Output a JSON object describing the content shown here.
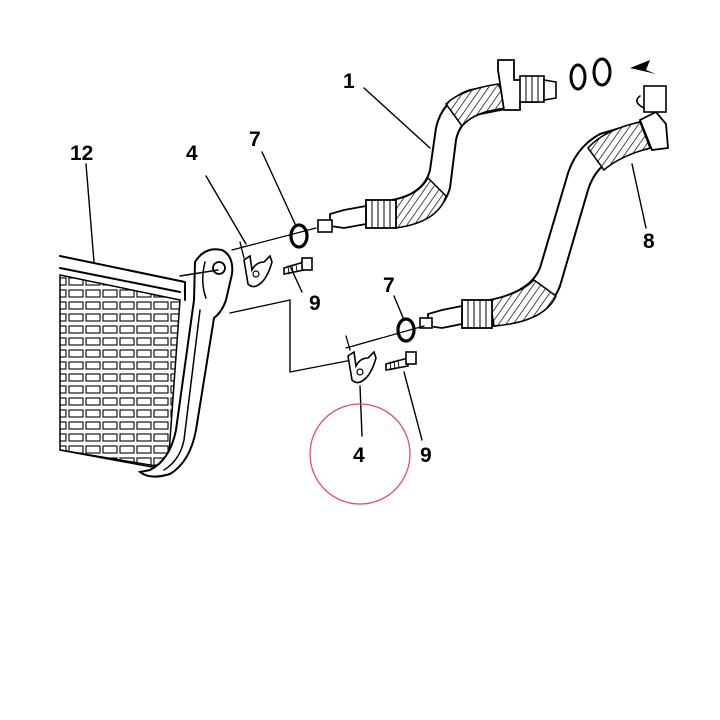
{
  "callouts": {
    "c1": "1",
    "c12": "12",
    "c4_top": "4",
    "c7_top": "7",
    "c9_top": "9",
    "c7_bottom": "7",
    "c9_bottom": "9",
    "c8": "8",
    "c4_bottom": "4"
  },
  "colors": {
    "ink": "#000000",
    "highlight_circle": "#d9536b",
    "background": "#ffffff"
  }
}
